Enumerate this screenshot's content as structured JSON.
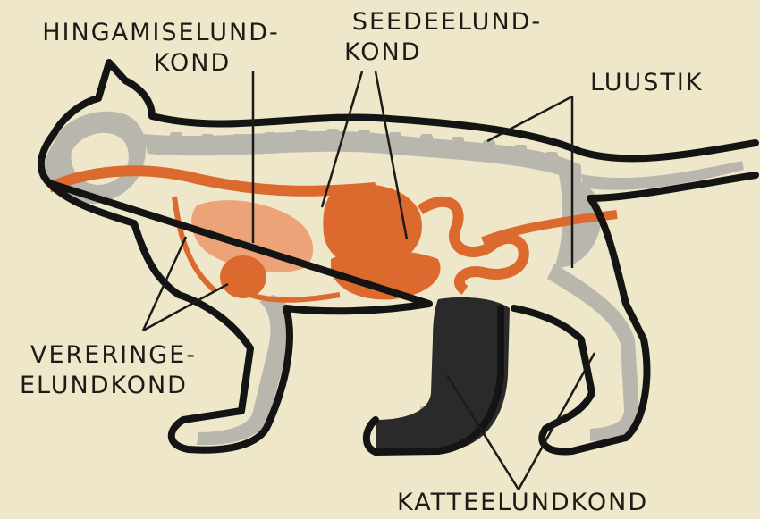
{
  "labels": {
    "respiratory_line1": "HINGAMISELUND-",
    "respiratory_line2": "KOND",
    "digestive_line1": "SEEDEELUND-",
    "digestive_line2": "KOND",
    "skeleton": "LUUSTIK",
    "circulatory_line1": "VERERINGE-",
    "circulatory_line2": "ELUNDKOND",
    "skin": "KATTEELUNDKOND"
  },
  "colors": {
    "background": "#efe7c9",
    "outline": "#141414",
    "bone": "#b9b6ad",
    "organ": "#dc6a2e",
    "lung": "#eba377",
    "fur": "#2a2a2a"
  }
}
